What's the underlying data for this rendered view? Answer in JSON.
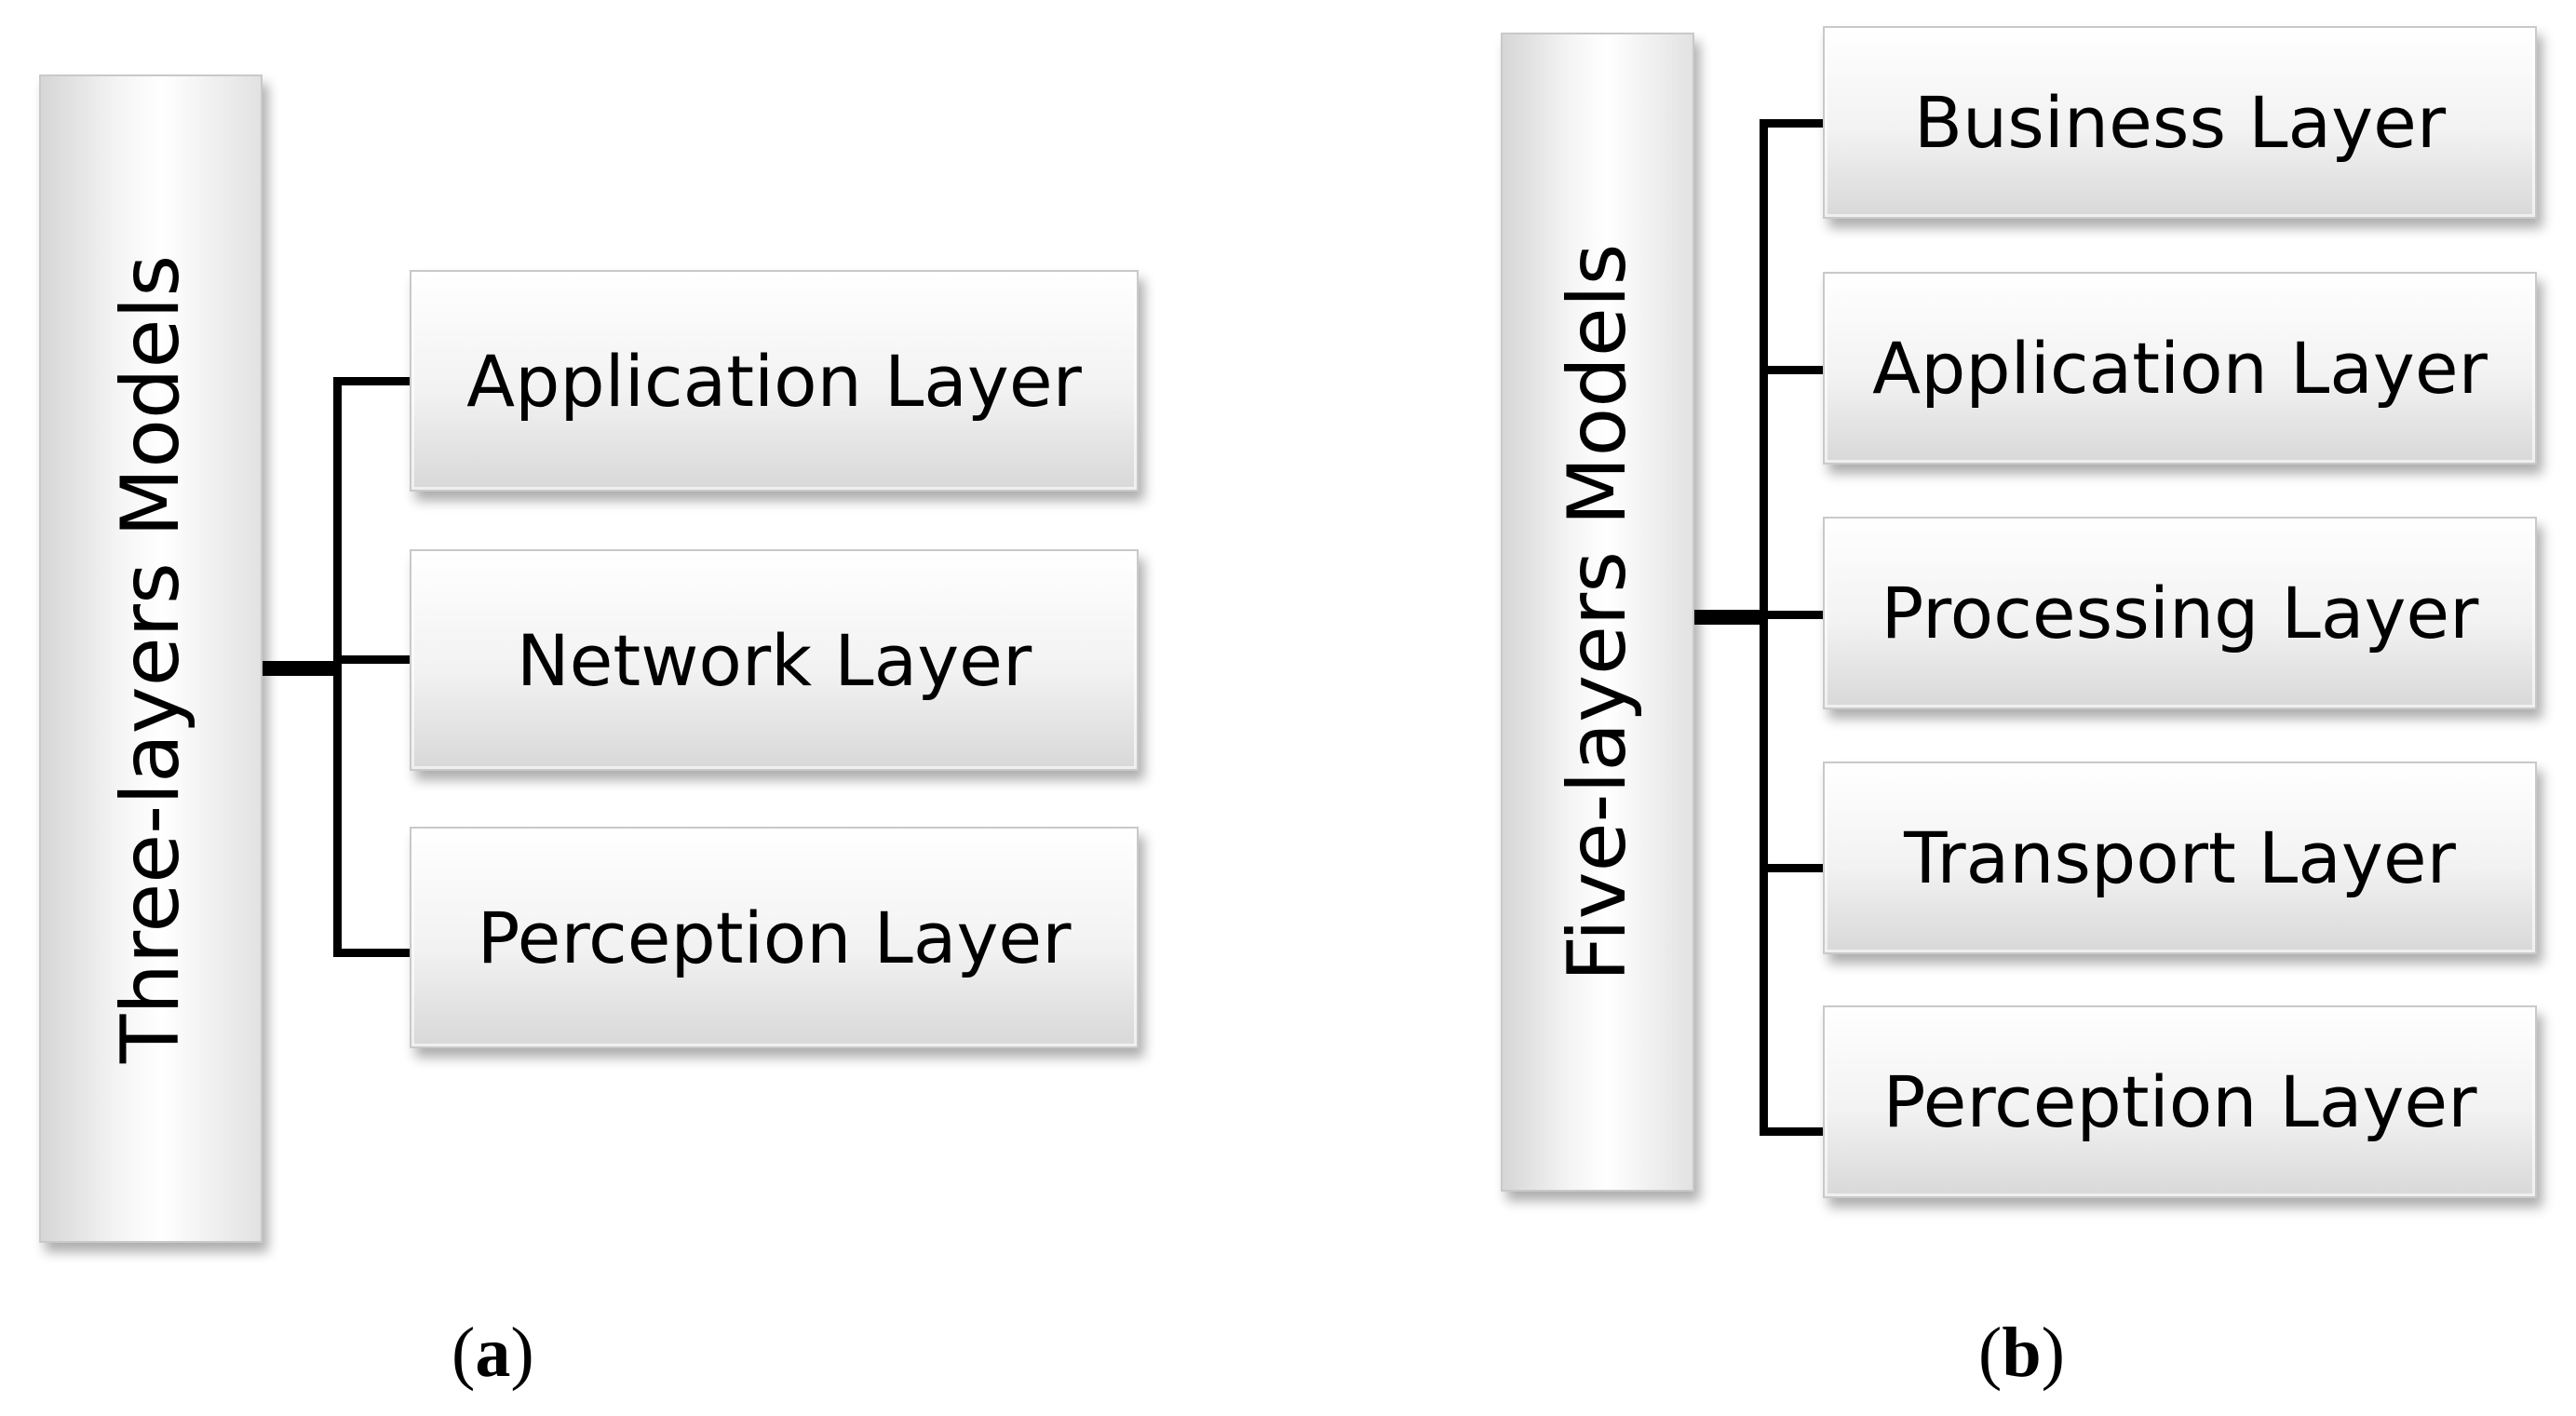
{
  "panel_a": {
    "title": "Three-layers Models",
    "layers": [
      "Application Layer",
      "Network Layer",
      "Perception Layer"
    ],
    "caption_open": "(",
    "caption_letter": "a",
    "caption_close": ")"
  },
  "panel_b": {
    "title": "Five-layers Models",
    "layers": [
      "Business Layer",
      "Application Layer",
      "Processing Layer",
      "Transport Layer",
      "Perception Layer"
    ],
    "caption_open": "(",
    "caption_letter": "b",
    "caption_close": ")"
  }
}
